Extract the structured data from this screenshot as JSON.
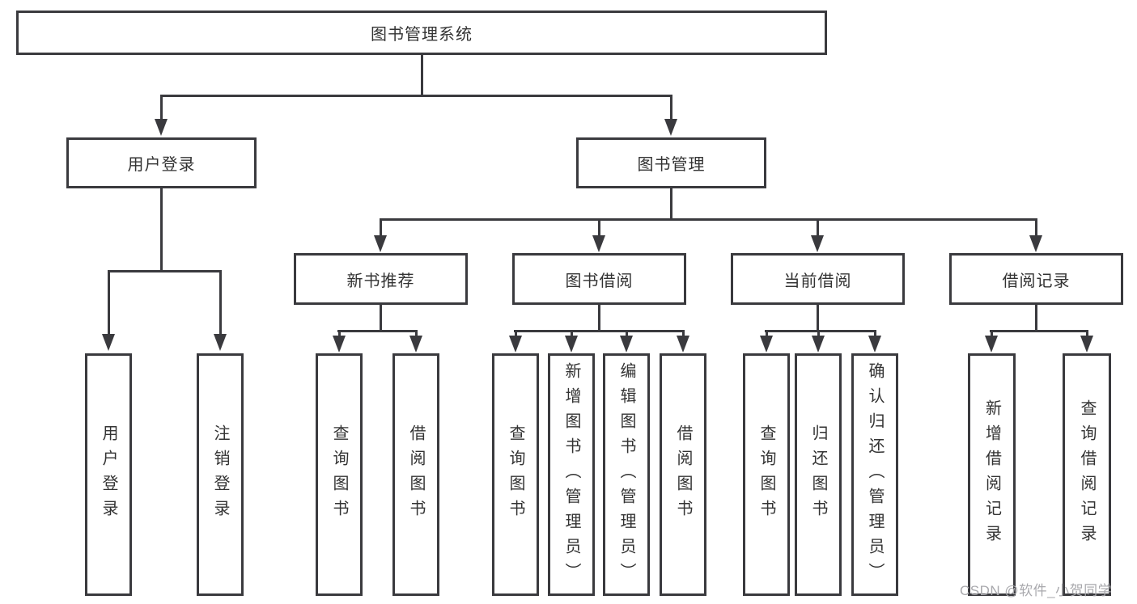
{
  "nodes": {
    "root": "图书管理系统",
    "level2": {
      "user_login": "用户登录",
      "book_management": "图书管理"
    },
    "level3": {
      "new_book_recommend": "新书推荐",
      "book_borrow": "图书借阅",
      "current_borrow": "当前借阅",
      "borrow_records": "借阅记录"
    },
    "leaves": {
      "user_login": "用户登录",
      "logout": "注销登录",
      "nb_query_book": "查询图书",
      "nb_borrow_book": "借阅图书",
      "bb_query_book": "查询图书",
      "bb_add_book": "新增图书（管理员）",
      "bb_edit_book": "编辑图书（管理员）",
      "bb_borrow_book": "借阅图书",
      "cb_query_book": "查询图书",
      "cb_return_book": "归还图书",
      "cb_confirm_return": "确认归还（管理员）",
      "br_add_record": "新增借阅记录",
      "br_query_record": "查询借阅记录"
    }
  },
  "watermark": "CSDN @软件_小贺同学",
  "colors": {
    "line": "#3a3a3e",
    "text": "#333333",
    "watermark": "#a9a9ad",
    "background": "#ffffff"
  }
}
